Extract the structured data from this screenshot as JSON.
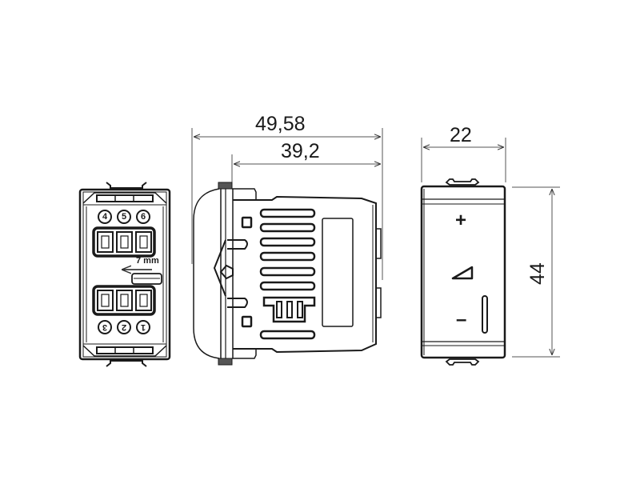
{
  "drawing": {
    "title": "Dimmer module technical drawing",
    "line_color": "#1a1a1a",
    "background": "#ffffff"
  },
  "dimensions": {
    "total_depth": "49,58",
    "body_depth": "39,2",
    "width": "22",
    "height": "44"
  },
  "rear_view": {
    "terminals_top": [
      "4",
      "5",
      "6"
    ],
    "terminals_bottom": [
      "3",
      "2",
      "1"
    ],
    "strip_length": "7 mm"
  },
  "front_view": {
    "plus_symbol": "+",
    "minus_symbol": "–",
    "dimmer_symbol": "dimmer-ramp-icon"
  }
}
